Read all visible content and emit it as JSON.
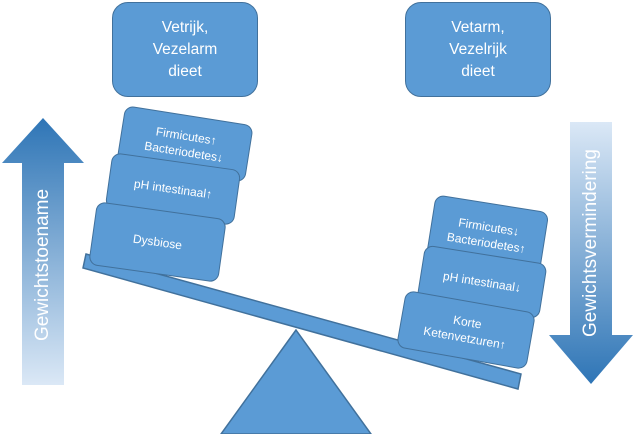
{
  "top_boxes": {
    "left": {
      "line1": "Vetrijk,",
      "line2": "Vezelarm",
      "line3": "dieet"
    },
    "right": {
      "line1": "Vetarm,",
      "line2": "Vezelrijk",
      "line3": "dieet"
    }
  },
  "arrows": {
    "left_label": "Gewichtstoename",
    "right_label": "Gewichtsvermindering"
  },
  "left_stack": {
    "block1": {
      "line1": "Firmicutes↑",
      "line2": "Bacteriodetes↓"
    },
    "block2": "pH intestinaal↑",
    "block3": "Dysbiose"
  },
  "right_stack": {
    "block1": {
      "line1": "Firmicutes↓",
      "line2": "Bacteriodetes↑"
    },
    "block2": "pH intestinaal↓",
    "block3": {
      "line1": "Korte",
      "line2": "Ketenvetzuren↑"
    }
  },
  "colors": {
    "fill": "#5b9bd5",
    "stroke": "#41719c"
  }
}
